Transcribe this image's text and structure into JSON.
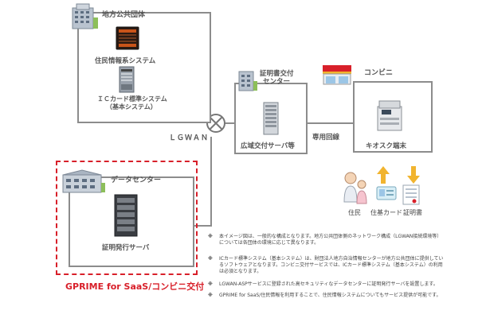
{
  "local_gov": {
    "title": "地方公共団体",
    "resident_system": "住民情報系システム",
    "ic_card_line1": "ＩＣカード標準システム",
    "ic_card_line2": "（基本システム）"
  },
  "cert_center": {
    "title_line1": "証明書交付",
    "title_line2": "センター",
    "server": "広域交付サーバ等"
  },
  "convenience": {
    "title": "コンビニ",
    "kiosk": "キオスク端末",
    "dedicated_line": "専用回線",
    "resident": "住民",
    "card": "住基カード",
    "certificate": "証明書"
  },
  "network": {
    "label": "ＬＧＷＡＮ"
  },
  "data_center": {
    "title": "データセンター",
    "server": "証明発行サーバ",
    "service_name": "GPRIME for SaaS/コンビニ交付"
  },
  "notes": [
    {
      "mark": "※",
      "text": "本イメージ図は、一般的な構成となります。地方公共団体側のネットワーク構成（LGWAN接続環境等）については各団体の環境に応じて異なります。"
    },
    {
      "mark": "※",
      "text": "ICカード標準システム（基本システム）は、財団法人地方自治情報センターが地方公共団体に提供しているソフトウェアとなります。コンビニ交付サービスでは、ICカード標準システム（基本システム）の利用は必須となります。"
    },
    {
      "mark": "※",
      "text": "LGWAN-ASPサービスに登録された高セキュリティなデータセンターに証明発行サーバを設置します。"
    },
    {
      "mark": "※",
      "text": "GPRIME for SaaS/住民情報を利用することで、住民情報システムについてもサービス提供が可能です。"
    }
  ]
}
